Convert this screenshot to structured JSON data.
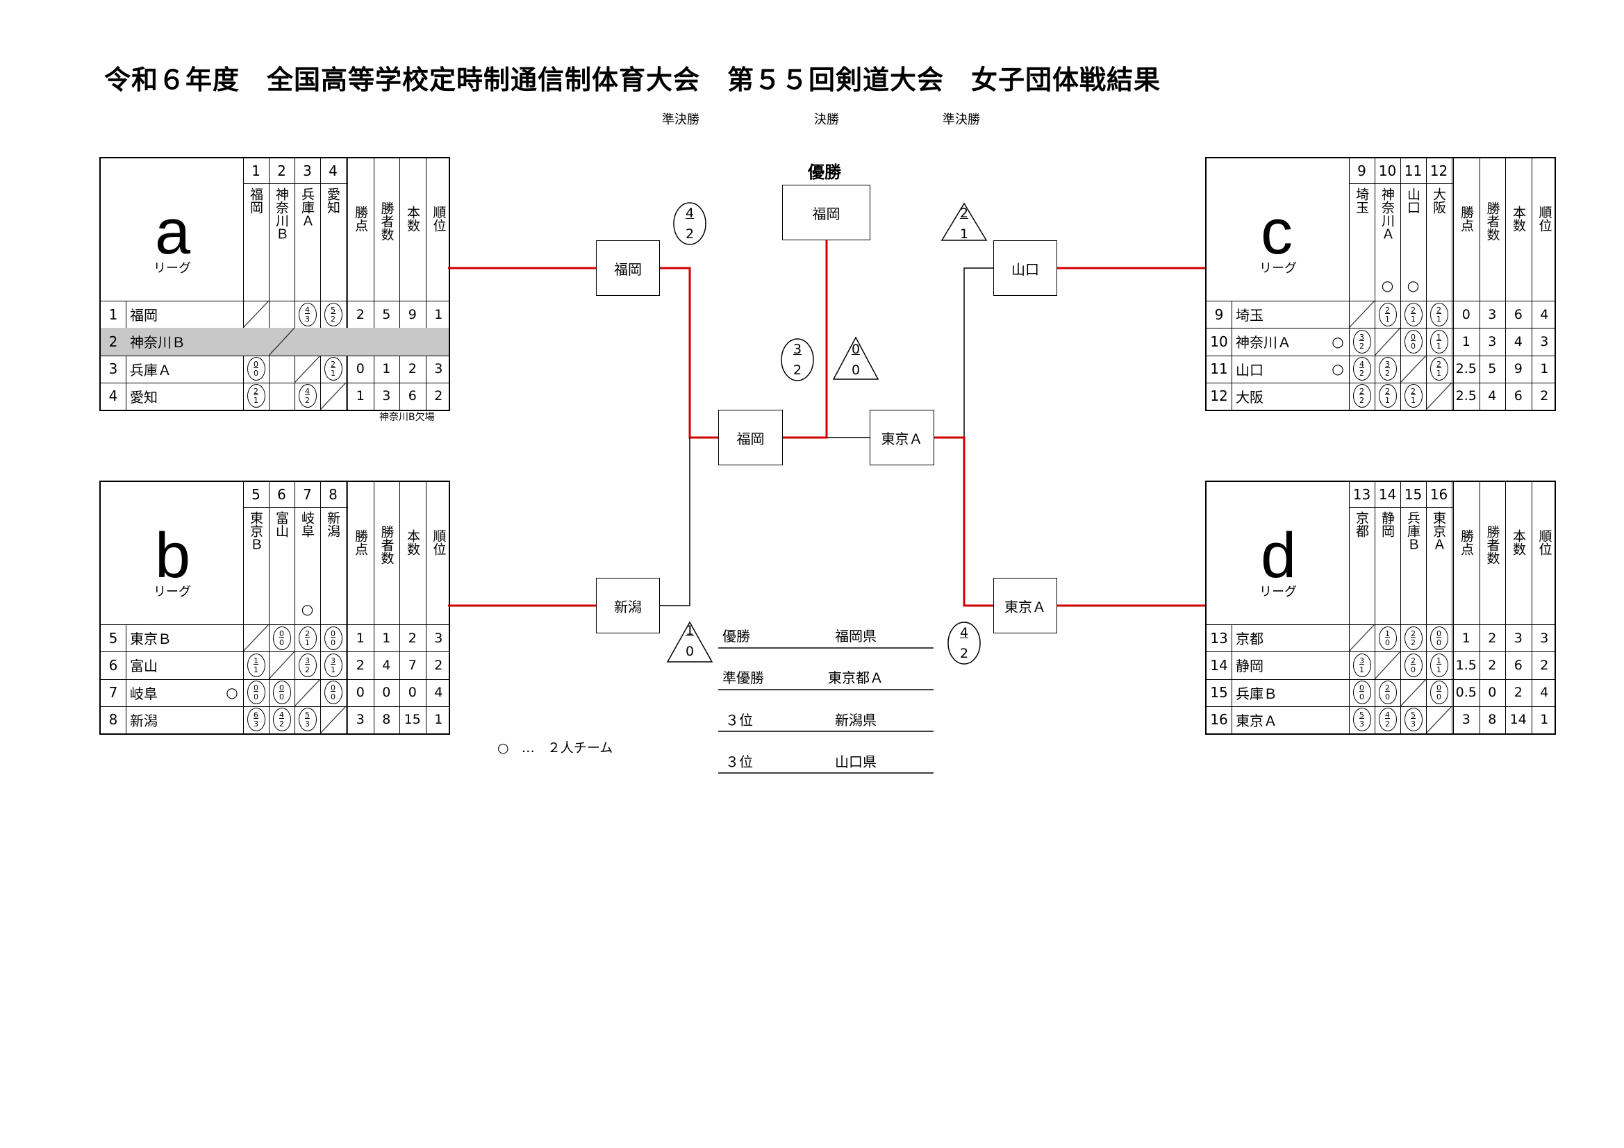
{
  "title": "令和６年度　全国高等学校定時制通信制体育大会　第５５回剣道大会　女子団体戦結果",
  "round_labels": {
    "left_semi": "準決勝",
    "final": "決勝",
    "right_semi": "準決勝"
  },
  "champion_label": "優勝",
  "league_suffix": "リーグ",
  "stat_headers": [
    "勝点",
    "勝者数",
    "本数",
    "順位"
  ],
  "leagues": [
    {
      "letter": "a",
      "nums": [
        "1",
        "2",
        "3",
        "4"
      ],
      "teams": [
        "福岡",
        "神奈川Ｂ",
        "兵庫Ａ",
        "愛知"
      ],
      "two_person": [
        false,
        false,
        false,
        false
      ],
      "rows": [
        {
          "num": "1",
          "name": "福岡",
          "cells": [
            "",
            "",
            "4/3",
            "5/2"
          ],
          "stats": [
            "2",
            "5",
            "9",
            "1"
          ]
        },
        {
          "num": "2",
          "name": "神奈川Ｂ",
          "cells": [
            "",
            "",
            "",
            ""
          ],
          "stats": [
            "",
            "",
            "",
            ""
          ],
          "shaded": true
        },
        {
          "num": "3",
          "name": "兵庫Ａ",
          "cells": [
            "0/0",
            "",
            "",
            "2/1"
          ],
          "stats": [
            "0",
            "1",
            "2",
            "3"
          ]
        },
        {
          "num": "4",
          "name": "愛知",
          "cells": [
            "2/1",
            "",
            "4/2",
            ""
          ],
          "stats": [
            "1",
            "3",
            "6",
            "2"
          ]
        }
      ],
      "note": "神奈川B欠場"
    },
    {
      "letter": "b",
      "nums": [
        "5",
        "6",
        "7",
        "8"
      ],
      "teams": [
        "東京Ｂ",
        "富山",
        "岐阜",
        "新潟"
      ],
      "two_person": [
        false,
        false,
        true,
        false
      ],
      "rows": [
        {
          "num": "5",
          "name": "東京Ｂ",
          "cells": [
            "",
            "0/0",
            "2/1",
            "0/0"
          ],
          "stats": [
            "1",
            "1",
            "2",
            "3"
          ]
        },
        {
          "num": "6",
          "name": "富山",
          "cells": [
            "1/1",
            "",
            "3/2",
            "3/1"
          ],
          "stats": [
            "2",
            "4",
            "7",
            "2"
          ]
        },
        {
          "num": "7",
          "name": "岐阜",
          "cells": [
            "0/0",
            "0/0",
            "",
            "0/0"
          ],
          "stats": [
            "0",
            "0",
            "0",
            "4"
          ],
          "circle": true
        },
        {
          "num": "8",
          "name": "新潟",
          "cells": [
            "6/3",
            "4/2",
            "5/3",
            ""
          ],
          "stats": [
            "3",
            "8",
            "15",
            "1"
          ]
        }
      ]
    },
    {
      "letter": "c",
      "nums": [
        "9",
        "10",
        "11",
        "12"
      ],
      "teams": [
        "埼玉",
        "神奈川Ａ",
        "山口",
        "大阪"
      ],
      "two_person": [
        false,
        true,
        true,
        false
      ],
      "rows": [
        {
          "num": "9",
          "name": "埼玉",
          "cells": [
            "",
            "2/1",
            "2/1",
            "2/1"
          ],
          "stats": [
            "0",
            "3",
            "6",
            "4"
          ]
        },
        {
          "num": "10",
          "name": "神奈川Ａ",
          "cells": [
            "3/2",
            "",
            "0/0",
            "1/1"
          ],
          "stats": [
            "1",
            "3",
            "4",
            "3"
          ],
          "circle": true
        },
        {
          "num": "11",
          "name": "山口",
          "cells": [
            "4/2",
            "3/2",
            "",
            "2/1"
          ],
          "stats": [
            "2.5",
            "5",
            "9",
            "1"
          ],
          "circle": true
        },
        {
          "num": "12",
          "name": "大阪",
          "cells": [
            "2/2",
            "2/1",
            "2/1",
            ""
          ],
          "stats": [
            "2.5",
            "4",
            "6",
            "2"
          ]
        }
      ]
    },
    {
      "letter": "d",
      "nums": [
        "13",
        "14",
        "15",
        "16"
      ],
      "teams": [
        "京都",
        "静岡",
        "兵庫Ｂ",
        "東京Ａ"
      ],
      "two_person": [
        false,
        false,
        false,
        false
      ],
      "rows": [
        {
          "num": "13",
          "name": "京都",
          "cells": [
            "",
            "1/0",
            "2/2",
            "0/0"
          ],
          "stats": [
            "1",
            "2",
            "3",
            "3"
          ]
        },
        {
          "num": "14",
          "name": "静岡",
          "cells": [
            "3/1",
            "",
            "2/0",
            "1/1"
          ],
          "stats": [
            "1.5",
            "2",
            "6",
            "2"
          ]
        },
        {
          "num": "15",
          "name": "兵庫Ｂ",
          "cells": [
            "0/0",
            "2/0",
            "",
            "0/0"
          ],
          "stats": [
            "0.5",
            "0",
            "2",
            "4"
          ]
        },
        {
          "num": "16",
          "name": "東京Ａ",
          "cells": [
            "5/3",
            "4/2",
            "5/3",
            ""
          ],
          "stats": [
            "3",
            "8",
            "14",
            "1"
          ]
        }
      ]
    }
  ],
  "bracket": {
    "semi_left_top": "福岡",
    "semi_left_bottom": "新潟",
    "semi_right_top": "山口",
    "semi_right_bottom": "東京Ａ",
    "final_left": "福岡",
    "final_right": "東京Ａ",
    "champion": "福岡",
    "scores": {
      "left_semi_a": [
        "4",
        "2"
      ],
      "left_semi_b": [
        "1",
        "0"
      ],
      "right_semi_a": [
        "2",
        "1"
      ],
      "right_semi_b": [
        "4",
        "2"
      ],
      "final_left": [
        "3",
        "2"
      ],
      "final_right": [
        "0",
        "0"
      ]
    }
  },
  "results": [
    {
      "place": "優勝",
      "team": "福岡県"
    },
    {
      "place": "準優勝",
      "team": "東京都Ａ"
    },
    {
      "place": "３位",
      "team": "新潟県"
    },
    {
      "place": "３位",
      "team": "山口県"
    }
  ],
  "legend": {
    "symbol": "○",
    "dots": "…",
    "text": "２人チーム"
  },
  "colors": {
    "bracket_winner": "#d00000",
    "shade": "#c8c8c8",
    "line": "#000000"
  }
}
